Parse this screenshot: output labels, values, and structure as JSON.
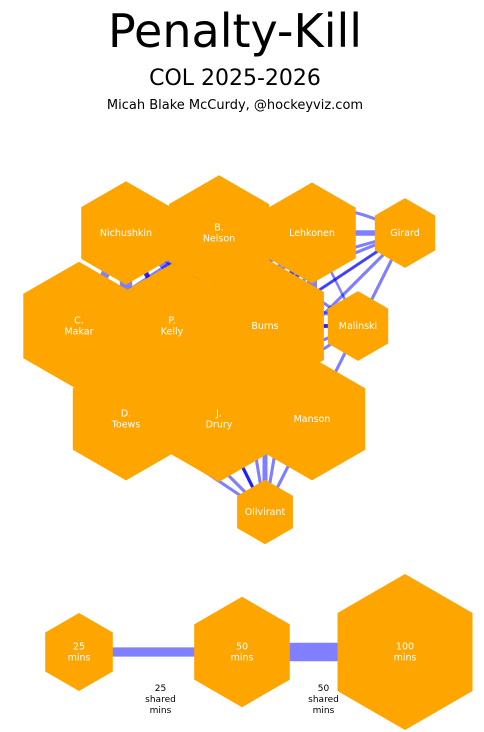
{
  "header": {
    "title": "Penalty-Kill",
    "subtitle": "COL 2025-2026",
    "credit": "Micah Blake McCurdy, @hockeyviz.com"
  },
  "colors": {
    "node": "#ffa500",
    "edge": "#0000ff",
    "label": "#ffffff"
  },
  "players": [
    {
      "id": "nichushkin",
      "lines": [
        "Nichushkin"
      ],
      "shared_mins": 44
    },
    {
      "id": "nelson",
      "lines": [
        "B.",
        "Nelson"
      ],
      "shared_mins": 55
    },
    {
      "id": "lehkonen",
      "lines": [
        "Lehkonen"
      ],
      "shared_mins": 42
    },
    {
      "id": "girard",
      "lines": [
        "Girard"
      ],
      "shared_mins": 20
    },
    {
      "id": "makar",
      "lines": [
        "C.",
        "Makar"
      ],
      "shared_mins": 68
    },
    {
      "id": "kelly",
      "lines": [
        "P.",
        "Kelly"
      ],
      "shared_mins": 64
    },
    {
      "id": "burns",
      "lines": [
        "Burns"
      ],
      "shared_mins": 76
    },
    {
      "id": "malinski",
      "lines": [
        "Malinski"
      ],
      "shared_mins": 20
    },
    {
      "id": "toews",
      "lines": [
        "D.",
        "Toews"
      ],
      "shared_mins": 62
    },
    {
      "id": "drury",
      "lines": [
        "J.",
        "Drury"
      ],
      "shared_mins": 65
    },
    {
      "id": "manson",
      "lines": [
        "Manson"
      ],
      "shared_mins": 62
    },
    {
      "id": "olivirant",
      "lines": [
        "Olivirant"
      ],
      "shared_mins": 17
    }
  ],
  "edges": [
    {
      "a": "nichushkin",
      "b": "nelson",
      "mins": 26
    },
    {
      "a": "nelson",
      "b": "lehkonen",
      "mins": 24
    },
    {
      "a": "lehkonen",
      "b": "girard",
      "mins": 9
    },
    {
      "a": "nichushkin",
      "b": "makar",
      "mins": 14
    },
    {
      "a": "nichushkin",
      "b": "toews",
      "mins": 20
    },
    {
      "a": "nichushkin",
      "b": "lehkonen",
      "mins": 8
    },
    {
      "a": "lehkonen",
      "b": "manson",
      "mins": 16
    },
    {
      "a": "nelson",
      "b": "drury",
      "mins": 9
    },
    {
      "a": "nelson",
      "b": "makar",
      "mins": 12
    },
    {
      "a": "nelson",
      "b": "toews",
      "mins": 11
    },
    {
      "a": "nelson",
      "b": "burns",
      "mins": 10
    },
    {
      "a": "nichushkin",
      "b": "burns",
      "mins": 9
    },
    {
      "a": "nichushkin",
      "b": "drury",
      "mins": 8
    },
    {
      "a": "nelson",
      "b": "kelly",
      "mins": 9
    },
    {
      "a": "nichushkin",
      "b": "kelly",
      "mins": 8
    },
    {
      "a": "lehkonen",
      "b": "makar",
      "mins": 8
    },
    {
      "a": "lehkonen",
      "b": "burns",
      "mins": 9
    },
    {
      "a": "lehkonen",
      "b": "drury",
      "mins": 8
    },
    {
      "a": "lehkonen",
      "b": "kelly",
      "mins": 7
    },
    {
      "a": "lehkonen",
      "b": "toews",
      "mins": 6
    },
    {
      "a": "makar",
      "b": "kelly",
      "mins": 14
    },
    {
      "a": "kelly",
      "b": "burns",
      "mins": 12
    },
    {
      "a": "makar",
      "b": "burns",
      "mins": 9
    },
    {
      "a": "makar",
      "b": "toews",
      "mins": 20
    },
    {
      "a": "makar",
      "b": "drury",
      "mins": 15
    },
    {
      "a": "makar",
      "b": "manson",
      "mins": 8
    },
    {
      "a": "makar",
      "b": "malinski",
      "mins": 6
    },
    {
      "a": "kelly",
      "b": "toews",
      "mins": 12
    },
    {
      "a": "kelly",
      "b": "drury",
      "mins": 14
    },
    {
      "a": "kelly",
      "b": "manson",
      "mins": 10
    },
    {
      "a": "burns",
      "b": "toews",
      "mins": 10
    },
    {
      "a": "burns",
      "b": "drury",
      "mins": 14
    },
    {
      "a": "burns",
      "b": "manson",
      "mins": 12
    },
    {
      "a": "burns",
      "b": "malinski",
      "mins": 7
    },
    {
      "a": "toews",
      "b": "drury",
      "mins": 22
    },
    {
      "a": "drury",
      "b": "manson",
      "mins": 20
    },
    {
      "a": "toews",
      "b": "manson",
      "mins": 9
    },
    {
      "a": "girard",
      "b": "makar",
      "mins": 5
    },
    {
      "a": "girard",
      "b": "kelly",
      "mins": 5
    },
    {
      "a": "girard",
      "b": "burns",
      "mins": 5
    },
    {
      "a": "girard",
      "b": "drury",
      "mins": 5
    },
    {
      "a": "girard",
      "b": "manson",
      "mins": 5
    },
    {
      "a": "girard",
      "b": "toews",
      "mins": 4
    },
    {
      "a": "malinski",
      "b": "nichushkin",
      "mins": 5
    },
    {
      "a": "malinski",
      "b": "nelson",
      "mins": 5
    },
    {
      "a": "malinski",
      "b": "lehkonen",
      "mins": 4
    },
    {
      "a": "malinski",
      "b": "drury",
      "mins": 5
    },
    {
      "a": "malinski",
      "b": "toews",
      "mins": 5
    },
    {
      "a": "malinski",
      "b": "kelly",
      "mins": 5
    },
    {
      "a": "olivirant",
      "b": "nichushkin",
      "mins": 5
    },
    {
      "a": "olivirant",
      "b": "nelson",
      "mins": 5
    },
    {
      "a": "olivirant",
      "b": "lehkonen",
      "mins": 5
    },
    {
      "a": "olivirant",
      "b": "makar",
      "mins": 5
    },
    {
      "a": "olivirant",
      "b": "kelly",
      "mins": 5
    },
    {
      "a": "olivirant",
      "b": "burns",
      "mins": 8
    },
    {
      "a": "olivirant",
      "b": "toews",
      "mins": 5
    },
    {
      "a": "olivirant",
      "b": "drury",
      "mins": 5
    },
    {
      "a": "olivirant",
      "b": "manson",
      "mins": 5
    },
    {
      "a": "nichushkin",
      "b": "lehkonen",
      "mins": 6,
      "arc": true
    },
    {
      "a": "nelson",
      "b": "girard",
      "mins": 5,
      "arc": true
    },
    {
      "a": "makar",
      "b": "drury",
      "mins": 12,
      "arc": true
    },
    {
      "a": "nichushkin",
      "b": "drury",
      "mins": 14,
      "arc": true
    },
    {
      "a": "lehkonen",
      "b": "toews",
      "mins": 8,
      "arc": true
    },
    {
      "a": "nelson",
      "b": "manson",
      "mins": 10,
      "arc": true
    }
  ],
  "legend": {
    "nodes": [
      {
        "lines": [
          "25",
          "mins"
        ],
        "mins": 25
      },
      {
        "lines": [
          "50",
          "mins"
        ],
        "mins": 50
      },
      {
        "lines": [
          "100",
          "mins"
        ],
        "mins": 100
      }
    ],
    "edges": [
      {
        "lines": [
          "25",
          "shared",
          "mins"
        ],
        "mins": 25
      },
      {
        "lines": [
          "50",
          "shared",
          "mins"
        ],
        "mins": 50
      }
    ]
  }
}
